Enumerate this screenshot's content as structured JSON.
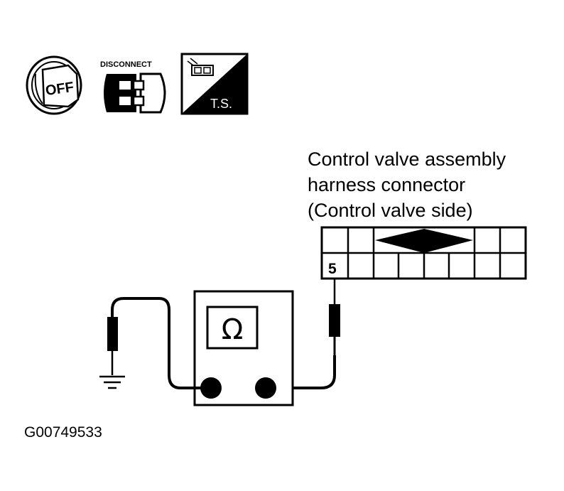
{
  "icons": {
    "ignition_label": "OFF",
    "disconnect_label": "DISCONNECT",
    "ts_label": "T.S."
  },
  "connector": {
    "title_lines": [
      "Control valve assembly",
      "harness connector",
      "(Control valve side)"
    ],
    "pin_label": "5"
  },
  "meter": {
    "symbol": "Ω"
  },
  "figure_code": "G00749533",
  "colors": {
    "ink": "#000000",
    "paper": "#ffffff"
  }
}
